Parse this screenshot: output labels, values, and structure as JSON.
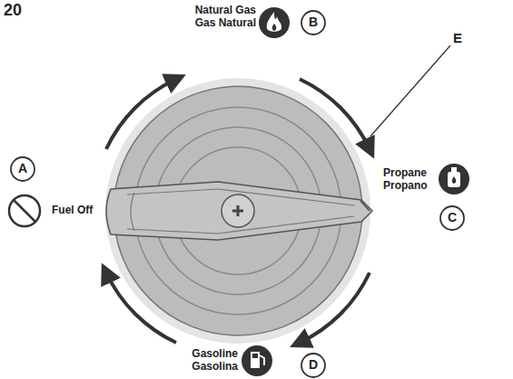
{
  "diagram": {
    "labels": [
      "20",
      "Natural Gas",
      "Gas Natural",
      "B",
      "E",
      "A",
      "Fuel Off",
      "Propane",
      "Propano",
      "C",
      "Gasoline",
      "Gasolina",
      "D"
    ]
  }
}
